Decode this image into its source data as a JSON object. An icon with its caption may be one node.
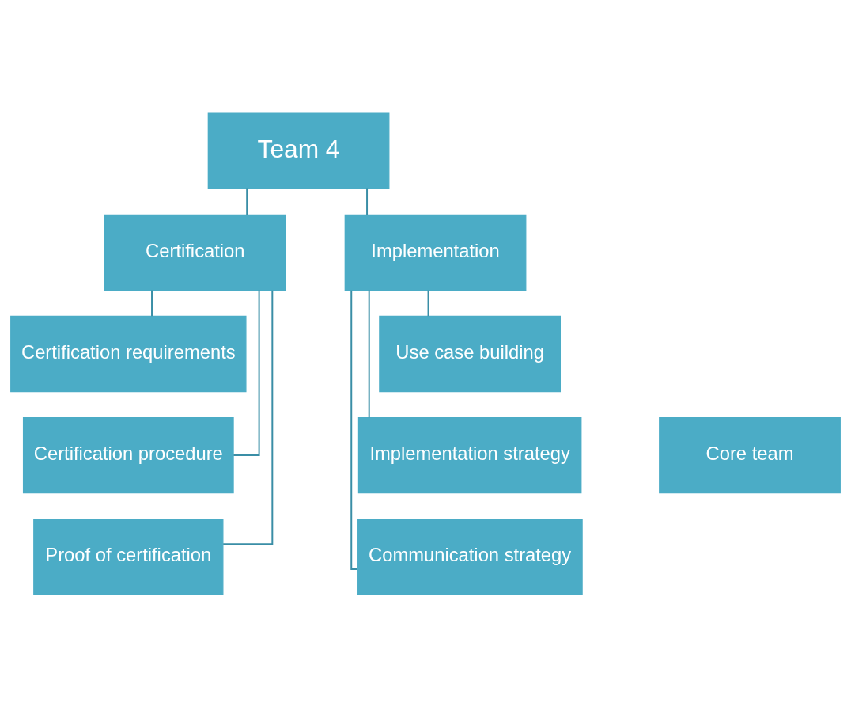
{
  "diagram": {
    "nodes": [
      {
        "text": [
          "Team 4"
        ]
      },
      {
        "text": [
          "Certification"
        ]
      },
      {
        "text": [
          "Implementation"
        ]
      },
      {
        "text": [
          "Certification requirements"
        ]
      },
      {
        "text": [
          "Certification procedure"
        ]
      },
      {
        "text": [
          "Proof of certification"
        ]
      },
      {
        "text": [
          "Use case building"
        ]
      },
      {
        "text": [
          "Implementation strategy"
        ]
      },
      {
        "text": [
          "Communication strategy"
        ]
      },
      {
        "text": [
          "Core team"
        ]
      }
    ],
    "edges": [
      {
        "from": 0,
        "to": 1,
        "arrow": "none"
      },
      {
        "from": 0,
        "to": 2,
        "arrow": "none"
      },
      {
        "from": 1,
        "to": 3,
        "arrow": "none"
      },
      {
        "from": 1,
        "to": 4,
        "arrow": "none"
      },
      {
        "from": 1,
        "to": 5,
        "arrow": "none"
      },
      {
        "from": 2,
        "to": 6,
        "arrow": "none"
      },
      {
        "from": 2,
        "to": 7,
        "arrow": "none"
      },
      {
        "from": 2,
        "to": 8,
        "arrow": "none"
      }
    ]
  }
}
